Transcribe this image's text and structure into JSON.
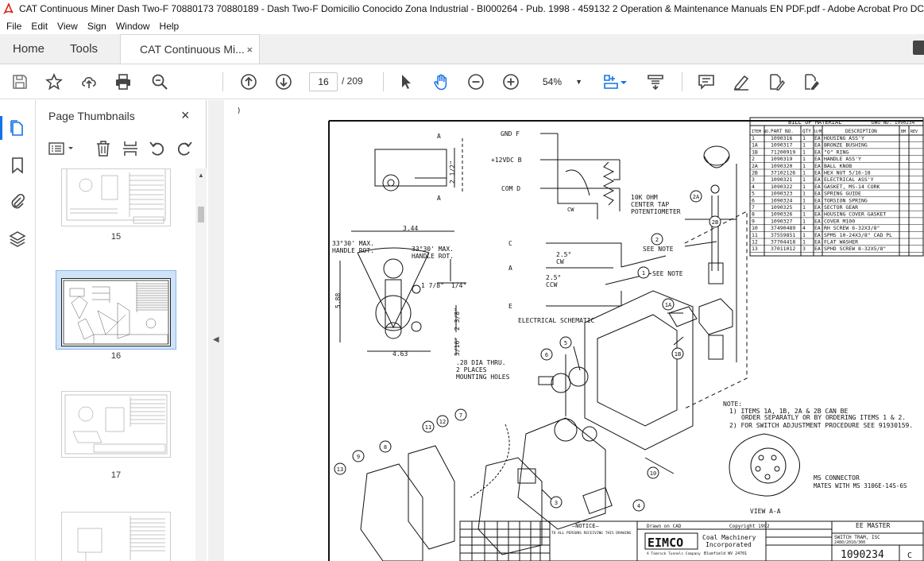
{
  "window": {
    "title": "CAT Continuous Miner Dash Two-F 70880173 70880189 - Dash Two-F Domicilio Conocido Zona Industrial - BI000264 - Pub. 1998 - 459132 2 Operation & Maintenance Manuals EN PDF.pdf - Adobe Acrobat Pro DC (32-bit)"
  },
  "menu": [
    "File",
    "Edit",
    "View",
    "Sign",
    "Window",
    "Help"
  ],
  "tabs": {
    "home": "Home",
    "tools": "Tools",
    "document": "CAT Continuous Mi...",
    "close": "×"
  },
  "toolbar": {
    "current_page": "16",
    "total_pages": "/ 209",
    "zoom": "54%",
    "icons": [
      "save-icon",
      "bookmark-star-icon",
      "upload-icon",
      "print-icon",
      "search-zoom-icon",
      "page-up-icon",
      "page-down-icon",
      "select-arrow-icon",
      "hand-icon",
      "zoom-out-icon",
      "zoom-in-icon",
      "fit-page-icon",
      "scroll-mode-icon",
      "comment-icon",
      "highlight-pen-icon",
      "fill-sign-icon",
      "edit-pdf-icon"
    ]
  },
  "panel": {
    "title": "Page Thumbnails",
    "close": "×",
    "thumbnails": [
      {
        "label": "15"
      },
      {
        "label": "16",
        "selected": true
      },
      {
        "label": "17"
      }
    ]
  },
  "drawing": {
    "bom_title": "BILL OF MATERIAL",
    "bom_dwg": "DWG NO. 1090234",
    "bom_headers": [
      "ITEM NO.",
      "PART NO.",
      "QTY",
      "U/M",
      "DESCRIPTION",
      "BM",
      "REV"
    ],
    "bom_rows": [
      [
        "1",
        "1090316",
        "1",
        "EA",
        "HOUSING ASS'Y"
      ],
      [
        "1A",
        "1090317",
        "1",
        "EA",
        "BRONZE BUSHING"
      ],
      [
        "1B",
        "71200919",
        "1",
        "EA",
        "\"O\" RING"
      ],
      [
        "2",
        "1090319",
        "1",
        "EA",
        "HANDLE ASS'Y"
      ],
      [
        "2A",
        "1090320",
        "1",
        "EA",
        "BALL KNOB"
      ],
      [
        "2B",
        "37102126",
        "1",
        "EA",
        "HEX NUT 5/16-18"
      ],
      [
        "3",
        "1090321",
        "1",
        "EA",
        "ELECTRICAL ASS'Y"
      ],
      [
        "4",
        "1090322",
        "1",
        "EA",
        "GASKET, MS-14 CORK"
      ],
      [
        "5",
        "1090323",
        "1",
        "EA",
        "SPRING GUIDE"
      ],
      [
        "6",
        "1090324",
        "1",
        "EA",
        "TORSION SPRING"
      ],
      [
        "7",
        "1090325",
        "1",
        "EA",
        "SECTOR GEAR"
      ],
      [
        "8",
        "1090326",
        "1",
        "EA",
        "HOUSING COVER GASKET"
      ],
      [
        "9",
        "1090327",
        "1",
        "EA",
        "COVER M100"
      ],
      [
        "10",
        "37490489",
        "4",
        "EA",
        "RH SCREW 6-32X3/8\""
      ],
      [
        "11",
        "37559851",
        "1",
        "EA",
        "SPMS 10-24X3/8\" CAD PL"
      ],
      [
        "12",
        "37704418",
        "1",
        "EA",
        "FLAT WASHER"
      ],
      [
        "13",
        "37011012",
        "3",
        "EA",
        "SPHD SCREW 8-32X5/8\""
      ]
    ],
    "schematic_labels": {
      "gnd": "GND F",
      "v12": "+12VDC B",
      "com": "COM D",
      "pot": "10K OHM\nCENTER TAP\nPOTENTIOMETER",
      "cw": "CW",
      "c": "C",
      "a": "A",
      "e": "E",
      "cw25": "2.5°\nCW",
      "ccw25": "2.5°\nCCW",
      "title": "ELECTRICAL SCHEMATIC"
    },
    "dimensions": {
      "d344": "3.44",
      "d588": "5.88",
      "d178": "1 7/8\"",
      "d14": "1/4\"",
      "d238": "2 3/8\"",
      "d516": "5/16\"",
      "d463": "4.63",
      "d212": "2 1/2\"",
      "rot_left": "33°30' MAX.\nHANDLE ROT.",
      "rot_right": "33°30'  MAX.\nHANDLE ROT.",
      "holes": ".28 DIA THRU.\n2 PLACES\nMOUNTING HOLES",
      "a_mark": "A"
    },
    "notes": {
      "see_note_1": "SEE NOTE",
      "see_note_2": "SEE NOTE",
      "note_head": "NOTE:",
      "note_1a": "1) ITEMS 1A, 1B, 2A & 2B CAN BE",
      "note_1b": "ORDER SEPARATLY OR BY ORDERING ITEMS 1 & 2.",
      "note_2": "2) FOR SWITCH ADJUSTMENT PROCEDURE SEE 91930159.",
      "connector_1": "MS CONNECTOR",
      "connector_2": "MATES WITH MS 3106E-14S-6S",
      "view": "VIEW A-A"
    },
    "balloons": [
      "1",
      "1A",
      "1B",
      "2",
      "2A",
      "2B",
      "3",
      "4",
      "5",
      "6",
      "7",
      "8",
      "9",
      "10",
      "11",
      "12",
      "13"
    ],
    "title_block": {
      "notice_head": "—NOTICE—",
      "notice_text": "TO ALL PERSONS RECEIVING THIS DRAWING",
      "drawn": "Drawn on CAD",
      "copyright": "Copyright 1992",
      "logo": "EIMCO",
      "company_1": "Coal Machinery",
      "company_2": "Incorporated",
      "company_sub": "A Tamrock Tunnels Company",
      "location": "Bluefield WV 24701",
      "ee_master": "EE MASTER",
      "title": "SWITCH TRAM, ISC",
      "sub": "2480/2010/300",
      "dwg_no": "1090234",
      "rev": "C"
    }
  }
}
